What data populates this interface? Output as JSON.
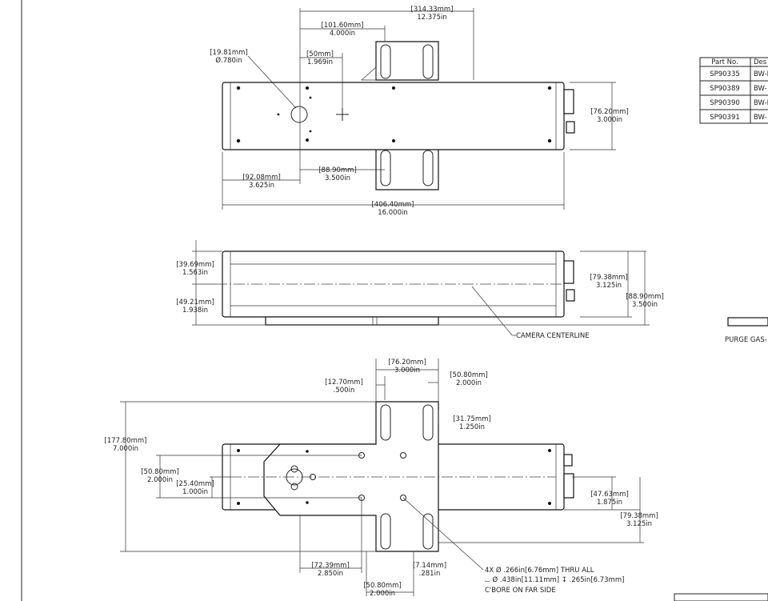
{
  "drawing": {
    "top_view": {
      "overall_width": "[314.33mm]",
      "overall_width_in": "12.375in",
      "offset_a": "[101.60mm]",
      "offset_a_in": "4.000in",
      "hole_dia": "[19.81mm]",
      "hole_dia_in": "Ø.780in",
      "offset_b": "[50mm]",
      "offset_b_in": "1.969in",
      "height": "[76.20mm]",
      "height_in": "3.000in",
      "left_off": "[92.08mm]",
      "left_off_in": "3.625in",
      "mid_off": "[88.90mm]",
      "mid_off_in": "3.500in",
      "length": "[406.40mm]",
      "length_in": "16.000in"
    },
    "side_view": {
      "top_dim": "[39.69mm]",
      "top_dim_in": "1.563in",
      "bot_dim": "[49.21mm]",
      "bot_dim_in": "1.938in",
      "body_h": "[79.38mm]",
      "body_h_in": "3.125in",
      "total_h": "[88.90mm]",
      "total_h_in": "3.500in",
      "centerline": "CAMERA CENTERLINE"
    },
    "bottom_view": {
      "plate_w": "[76.20mm]",
      "plate_w_in": "3.000in",
      "slot_off": "[12.70mm]",
      "slot_off_in": ".500in",
      "slot_w": "[50.80mm]",
      "slot_w_in": "2.000in",
      "slot_len": "[31.75mm]",
      "slot_len_in": "1.250in",
      "plate_h": "[177.80mm]",
      "plate_h_in": "7.000in",
      "hole_sp": "[50.80mm]",
      "hole_sp_in": "2.000in",
      "hole_half": "[25.40mm]",
      "hole_half_in": "1.000in",
      "right_a": "[47.63mm]",
      "right_a_in": "1.875in",
      "right_b": "[79.38mm]",
      "right_b_in": "3.125in",
      "b1": "[72.39mm]",
      "b1_in": "2.850in",
      "b2": "[7.14mm]",
      "b2_in": ".281in",
      "b3": "[50.80mm]",
      "b3_in": "2.000in",
      "note1": "4X Ø .266in[6.76mm] THRU ALL",
      "note2": "⌴ Ø .438in[11.11mm] ↧ .265in[6.73mm]",
      "note3": "C'BORE ON FAR SIDE"
    }
  },
  "parts_table": {
    "headers": [
      "Part No.",
      "Des"
    ],
    "rows": [
      [
        "SP90335",
        "BW-N"
      ],
      [
        "SP90389",
        "BW-"
      ],
      [
        "SP90390",
        "BW-N"
      ],
      [
        "SP90391",
        "BW-"
      ]
    ]
  },
  "purge_label": "PURGE GAS-"
}
